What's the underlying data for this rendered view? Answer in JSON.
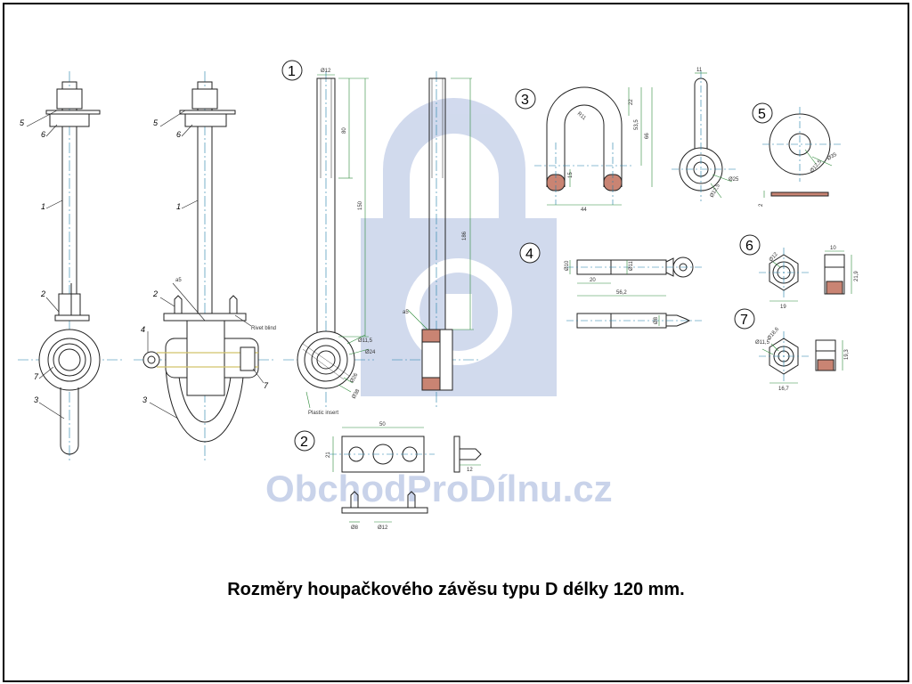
{
  "caption": "Rozměry houpačkového závěsu typu D délky 120 mm.",
  "watermark": "ObchodProDílnu.cz",
  "colors": {
    "outline": "#222222",
    "center_line": "#1f7fa8",
    "dimension": "#2e8b3a",
    "hatch_fill": "#c98473",
    "watermark": "#c9d3ea",
    "frame": "#000000"
  },
  "detail_numbers": [
    "1",
    "2",
    "3",
    "4",
    "5",
    "6",
    "7"
  ],
  "assembly_labels": {
    "left": [
      "5",
      "6",
      "1",
      "2",
      "7",
      "3"
    ],
    "middle": [
      "5",
      "6",
      "1",
      "2",
      "4",
      "3",
      "7"
    ]
  },
  "notes": {
    "plastic_insert": "Plastic insert",
    "rivet": "Rivet blind",
    "weld": "a5"
  },
  "dimensions": {
    "part1": [
      "Ø12",
      "80",
      "150",
      "186",
      "Ø11,5",
      "Ø24",
      "Ø26",
      "Ø38"
    ],
    "part2": [
      "50",
      "21",
      "12",
      "Ø8",
      "Ø12"
    ],
    "part3": [
      "22",
      "53,5",
      "66",
      "15",
      "44",
      "11",
      "Ø25",
      "R11",
      "Ø12,5"
    ],
    "part4": [
      "Ø10",
      "Ø11",
      "20",
      "56,2",
      "Ø8"
    ],
    "part5": [
      "Ø35",
      "Ø12,5",
      "2"
    ],
    "part6": [
      "Ø12",
      "19",
      "10",
      "21,9"
    ],
    "part7": [
      "Ø11,5",
      "Ø18,6",
      "16,7",
      "19,3"
    ]
  }
}
